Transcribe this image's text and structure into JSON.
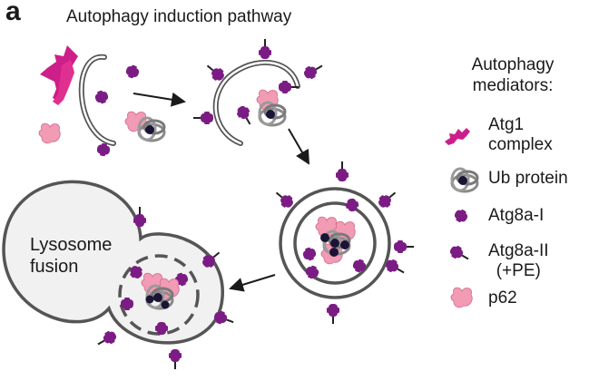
{
  "panel_label": "a",
  "title": "Autophagy induction pathway",
  "legend": {
    "heading_line1": "Autophagy",
    "heading_line2": "mediators:",
    "items": [
      {
        "label_line1": "Atg1",
        "label_line2": "complex",
        "icon": "atg1-complex-icon"
      },
      {
        "label_line1": "Ub protein",
        "label_line2": "",
        "icon": "ub-protein-icon"
      },
      {
        "label_line1": "Atg8a-I",
        "label_line2": "",
        "icon": "atg8a-i-icon"
      },
      {
        "label_line1": "Atg8a-II",
        "label_line2": "(+PE)",
        "icon": "atg8a-ii-icon"
      },
      {
        "label_line1": "p62",
        "label_line2": "",
        "icon": "p62-icon"
      }
    ]
  },
  "lysosome_label_line1": "Lysosome",
  "lysosome_label_line2": "fusion",
  "colors": {
    "atg1": "#cc1f8a",
    "atg8a": "#7b1c84",
    "p62": "#f29bb4",
    "ub_protein_core": "#1c1436",
    "membrane": "#555555",
    "lysosome_fill": "#f1f1f1"
  }
}
